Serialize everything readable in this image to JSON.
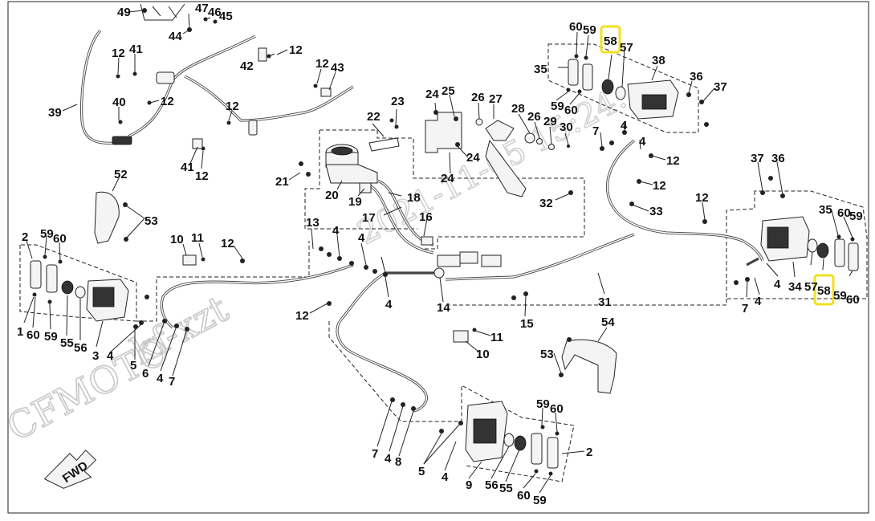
{
  "watermark": {
    "brand": "CFMOTO",
    "user": "kf-xzt",
    "timestamp": "2021-11-05 15:24:"
  },
  "direction_badge": "FWD",
  "highlight_color": "#f0e020",
  "labels": {
    "l49": "49",
    "l47": "47",
    "l46": "46",
    "l45": "45",
    "l44": "44",
    "l12a": "12",
    "l41a": "41",
    "l42": "42",
    "l12b": "12",
    "l12c": "12",
    "l43": "43",
    "l39": "39",
    "l40": "40",
    "l12d": "12",
    "l12e": "12",
    "l41b": "41",
    "l12f": "12",
    "l22": "22",
    "l23": "23",
    "l21": "21",
    "l20": "20",
    "l19": "19",
    "l18": "18",
    "l17": "17",
    "l16": "16",
    "l24a": "24",
    "l25": "25",
    "l26a": "26",
    "l27": "27",
    "l28": "28",
    "l26b": "26",
    "l29": "29",
    "l30": "30",
    "l24b": "24",
    "l24c": "24",
    "l32": "32",
    "l60a": "60",
    "l59a": "59",
    "l58a": "58",
    "l57a": "57",
    "l38": "38",
    "l35a": "35",
    "l36a": "36",
    "l37a": "37",
    "l59b": "59",
    "l60b": "60",
    "l7a": "7",
    "l4a": "4",
    "l4b": "4",
    "l12g": "12",
    "l12h": "12",
    "l33": "33",
    "l12i": "12",
    "l37b": "37",
    "l36b": "36",
    "l35b": "35",
    "l60c": "60",
    "l59c": "59",
    "l57b": "57",
    "l34": "34",
    "l58b": "58",
    "l59d": "59",
    "l60d": "60",
    "l7b": "7",
    "l4c": "4",
    "l4d": "4",
    "l52": "52",
    "l53a": "53",
    "l2a": "2",
    "l59e": "59",
    "l60e": "60",
    "l1": "1",
    "l60f": "60",
    "l59f": "59",
    "l55a": "55",
    "l56a": "56",
    "l3": "3",
    "l4e": "4",
    "l5a": "5",
    "l6": "6",
    "l4f": "4",
    "l7c": "7",
    "l10a": "10",
    "l11a": "11",
    "l12j": "12",
    "l13": "13",
    "l4g": "4",
    "l4h": "4",
    "l4i": "4",
    "l14": "14",
    "l15": "15",
    "l31": "31",
    "l12k": "12",
    "l11b": "11",
    "l10b": "10",
    "l54": "54",
    "l53b": "53",
    "l7d": "7",
    "l4j": "4",
    "l8": "8",
    "l5b": "5",
    "l4k": "4",
    "l9": "9",
    "l56b": "56",
    "l55b": "55",
    "l60g": "60",
    "l59g": "59",
    "l59h": "59",
    "l60h": "60",
    "l2b": "2"
  }
}
